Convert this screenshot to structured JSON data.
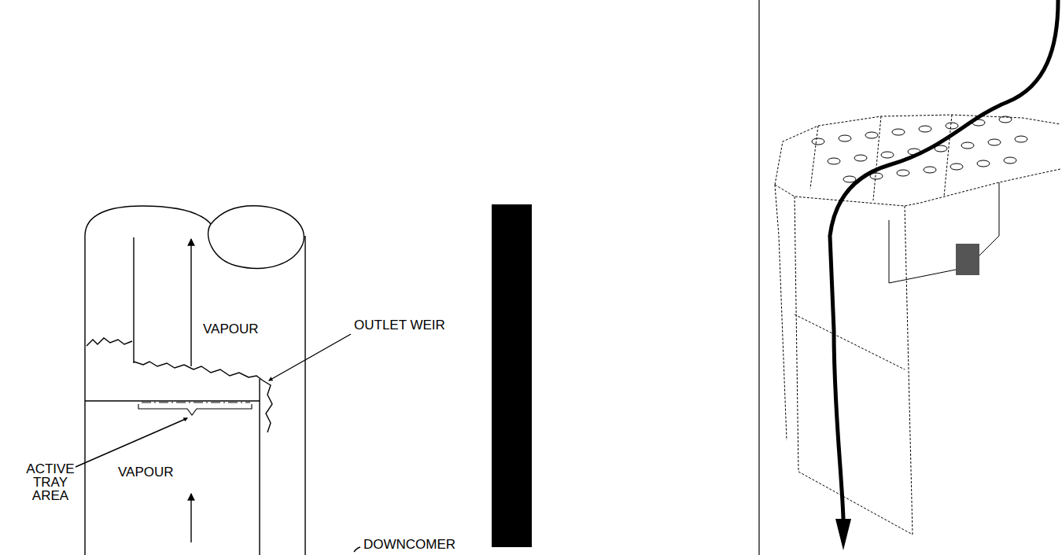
{
  "diagram": {
    "labels": [
      "VAPOUR",
      "OUTLET WEIR",
      "ACTIVE TRAY AREA",
      "VAPOUR",
      "DOWNCOMER"
    ]
  }
}
